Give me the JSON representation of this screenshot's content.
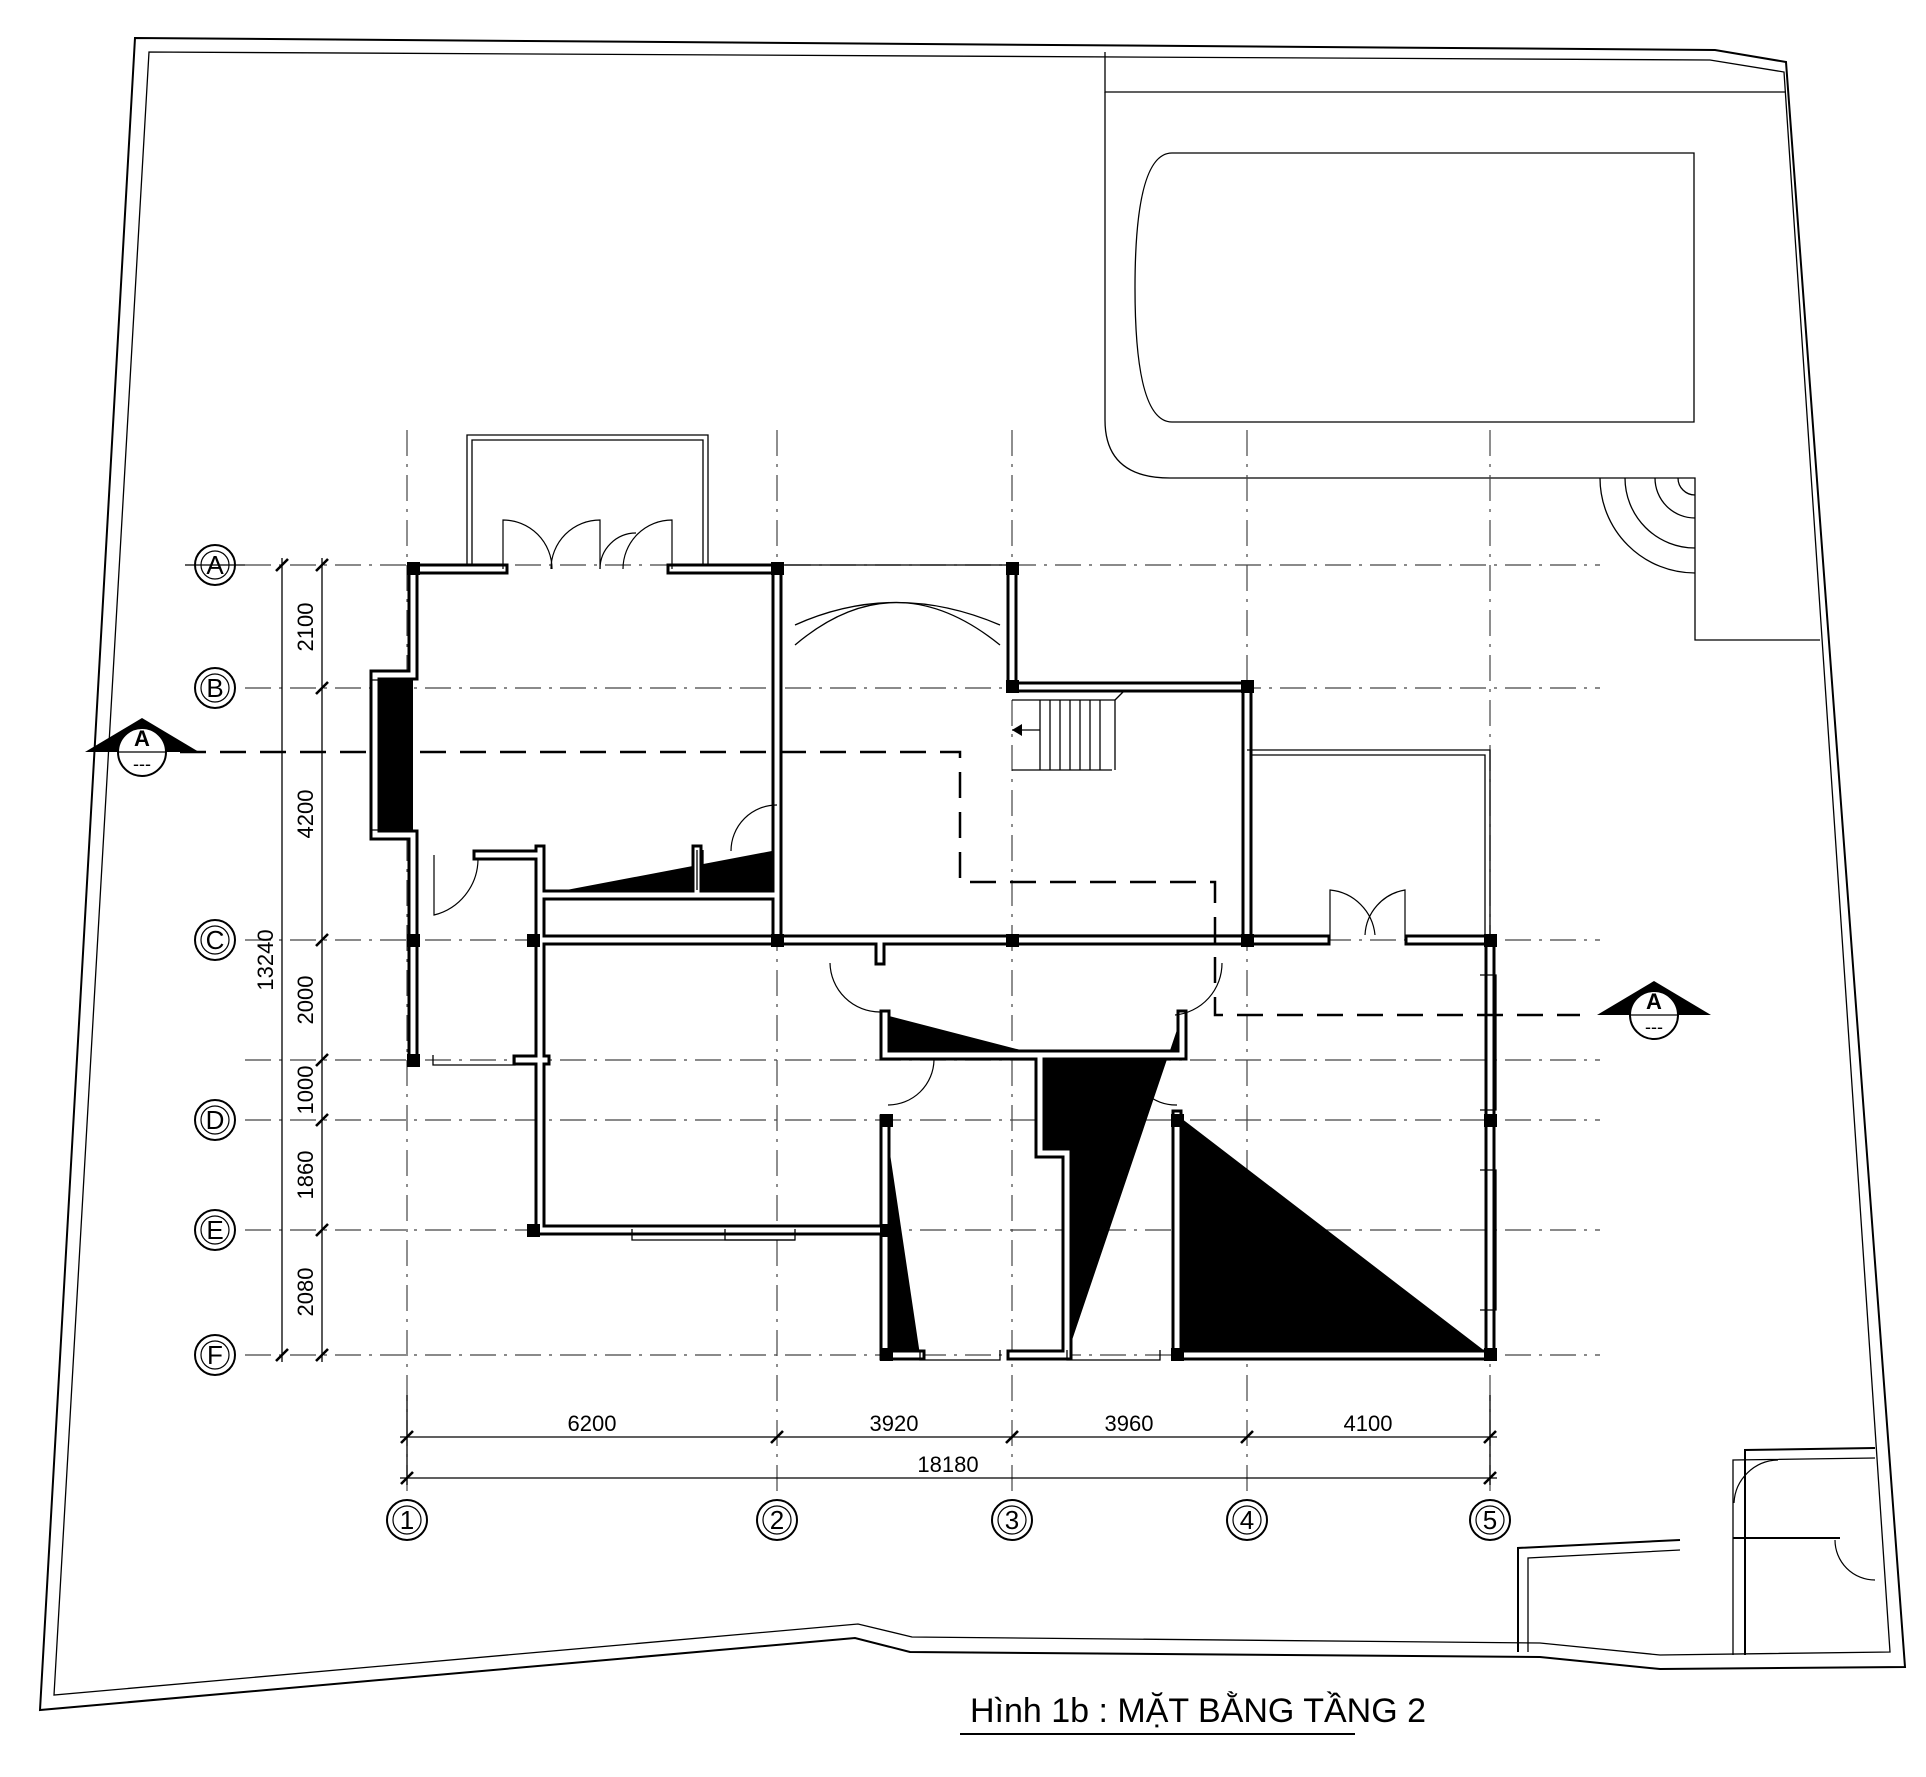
{
  "drawing": {
    "caption": "Hình 1b : MẶT BẰNG TẦNG 2"
  },
  "axes": {
    "rows": [
      "A",
      "B",
      "C",
      "D",
      "E",
      "F"
    ],
    "columns": [
      "1",
      "2",
      "3",
      "4",
      "5"
    ]
  },
  "dimensions": {
    "vertical_spans": [
      "2100",
      "4200",
      "2000",
      "1000",
      "1860",
      "2080"
    ],
    "vertical_total": "13240",
    "horizontal_spans": [
      "6200",
      "3920",
      "3960",
      "4100"
    ],
    "horizontal_total": "18180"
  },
  "section_marker": {
    "label": "A",
    "sub": "---"
  }
}
